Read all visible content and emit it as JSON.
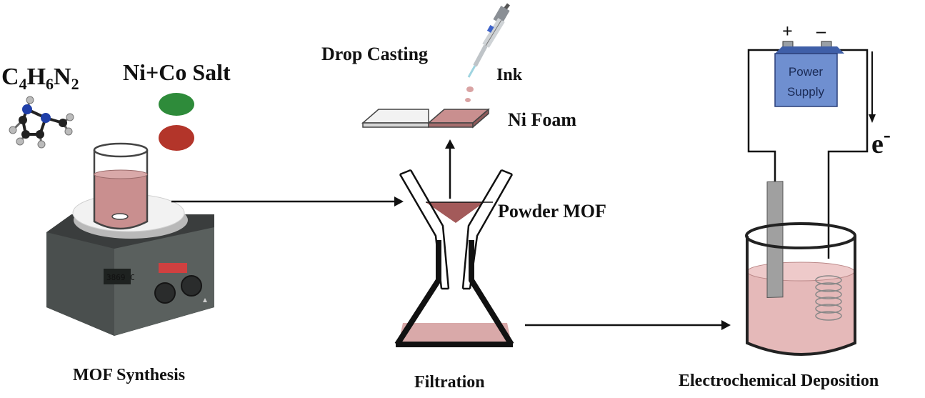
{
  "diagram": {
    "formula": {
      "c": "C",
      "c_sub": "4",
      "h": "H",
      "h_sub": "6",
      "n": "N",
      "n_sub": "2"
    },
    "salt_label": "Ni+Co Salt",
    "synthesis_label": "MOF Synthesis",
    "drop_casting_label": "Drop Casting",
    "ink_label": "Ink",
    "foam_label": "Ni Foam",
    "powder_label": "Powder MOF",
    "filtration_label": "Filtration",
    "deposition_label": "Electrochemical Deposition",
    "power_supply": {
      "line1": "Power",
      "line2": "Supply",
      "plus": "+",
      "minus": "–"
    },
    "electron": {
      "base": "e",
      "sup": "-"
    },
    "colors": {
      "solution": "#c98f8f",
      "solution_dark": "#a35a5a",
      "green_salt": "#2e8b3a",
      "red_salt": "#b3352a",
      "power_box": "#6f8fd0"
    }
  }
}
